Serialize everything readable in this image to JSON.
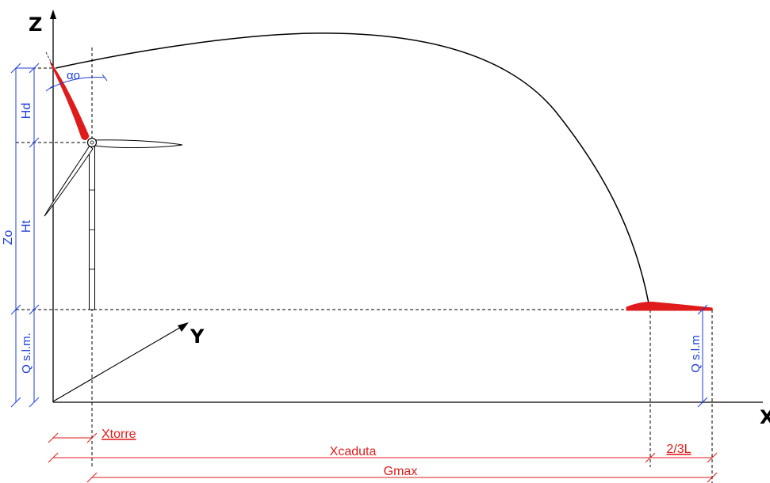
{
  "axes": {
    "z_label": "Z",
    "y_label": "Y",
    "x_label": "X"
  },
  "vertical_dims": {
    "hd": "Hd",
    "ht": "Ht",
    "zo": "Zo",
    "q_slm_left": "Q s.l.m.",
    "q_slm_right": "Q s.l.m"
  },
  "angle_label": "αo",
  "horizontal_dims": {
    "xtorre": "Xtorre",
    "xcaduta": "Xcaduta",
    "two_thirds_l": "2/3L",
    "gmax": "Gmax"
  },
  "colors": {
    "blade": "#e01b1b",
    "dimension_red": "#e01b1b",
    "dimension_blue": "#1f3fd8",
    "line": "#000000"
  }
}
